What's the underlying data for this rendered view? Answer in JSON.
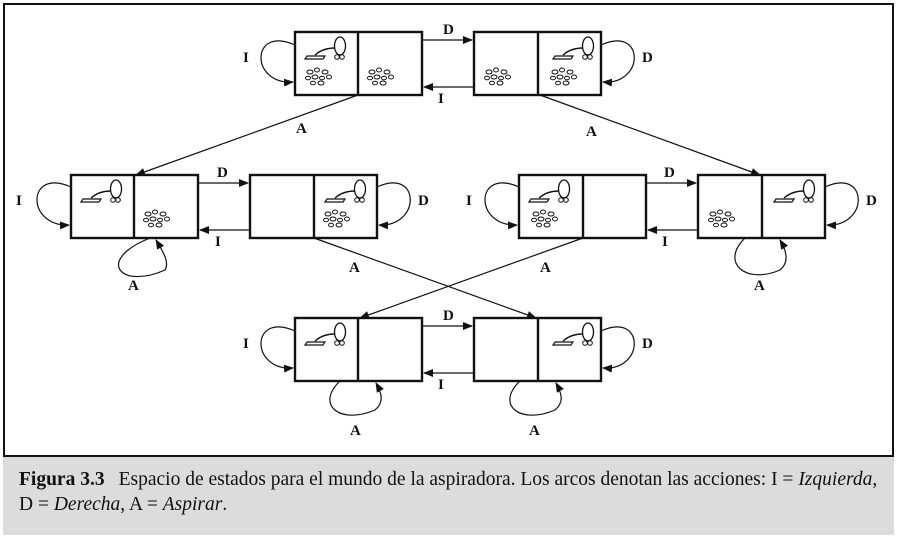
{
  "labels": {
    "left": "I",
    "right": "D",
    "suck": "A"
  },
  "caption": {
    "figure": "Figura 3.3",
    "text_1": "Espacio de estados para el mundo de la aspiradora. Los arcos denotan las acciones: I =",
    "izq": "Izquierda",
    "sep_1": ", D =",
    "der": "Derecha",
    "sep_2": ", A =",
    "asp": "Aspirar",
    "end": "."
  },
  "icons": [
    "vacuum-icon",
    "dirt-icon"
  ]
}
